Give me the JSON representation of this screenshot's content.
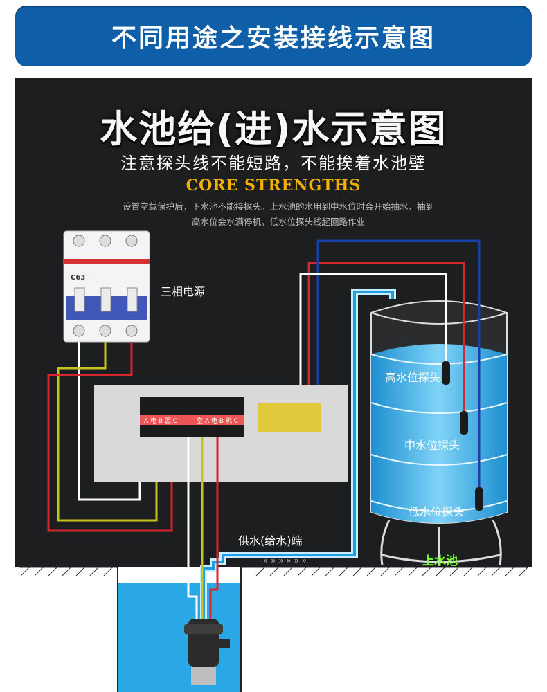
{
  "banner": {
    "title": "不同用途之安装接线示意图"
  },
  "diagram": {
    "title": "水池给(进)水示意图",
    "subtitle": "注意探头线不能短路，不能挨着水池壁",
    "core": "CORE STRENGTHS",
    "note": "设置空载保护后，下水池不能接探头。上水池的水用到中水位时会开始抽水，抽到高水位会水满停机，低水位探头线起回路作业",
    "power_label": "三相电源",
    "high_probe": "高水位探头",
    "mid_probe": "中水位探头",
    "low_probe": "低水位探头",
    "supply_label": "供水(给水)端",
    "upper_tank": "上水池",
    "breaker_model": "C63",
    "terminal_left": "A 电 B 源 C",
    "terminal_right": "空 A 电 B 机 C"
  },
  "colors": {
    "banner": "#0f5fa8",
    "panel": "#1d1e20",
    "water": "#2aa8e6",
    "wire_red": "#d8262e",
    "wire_blue": "#1b3fa8",
    "wire_yellow": "#c7c21c",
    "accent": "#f2b100"
  }
}
